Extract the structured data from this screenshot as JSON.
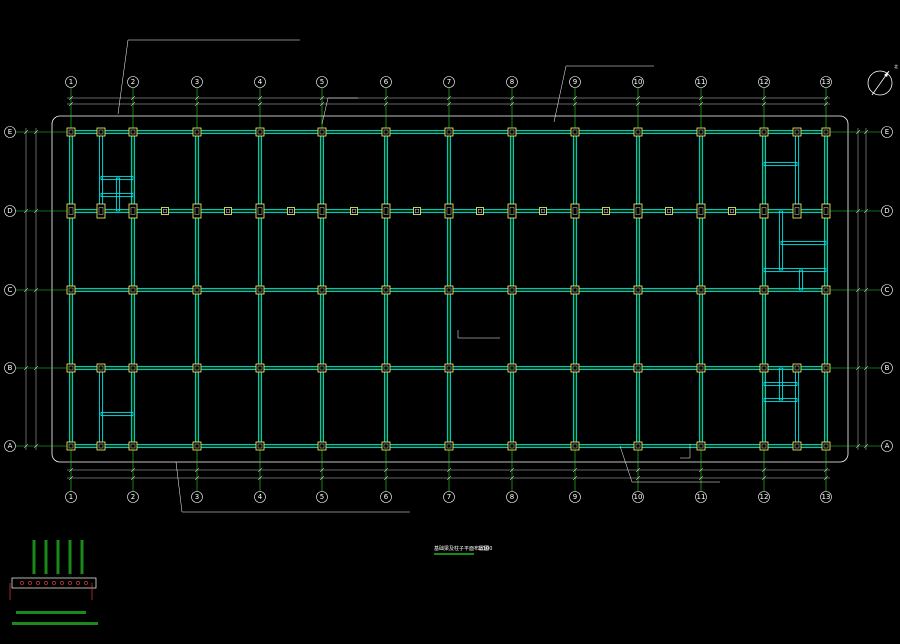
{
  "axes": {
    "numbered": [
      "1",
      "2",
      "3",
      "4",
      "5",
      "6",
      "7",
      "8",
      "9",
      "10",
      "11",
      "12",
      "13"
    ],
    "lettered": [
      "E",
      "D",
      "C",
      "B",
      "A"
    ]
  },
  "north_arrow": {
    "label": "北"
  },
  "drawing_title": "基础梁及柱子平面布置图",
  "drawing_scale": "1:100",
  "colors": {
    "background": "#000000",
    "beam": "#00e5e5",
    "grid": "#22dd22",
    "column_outline": "#ffff66",
    "text": "#ffffff"
  }
}
